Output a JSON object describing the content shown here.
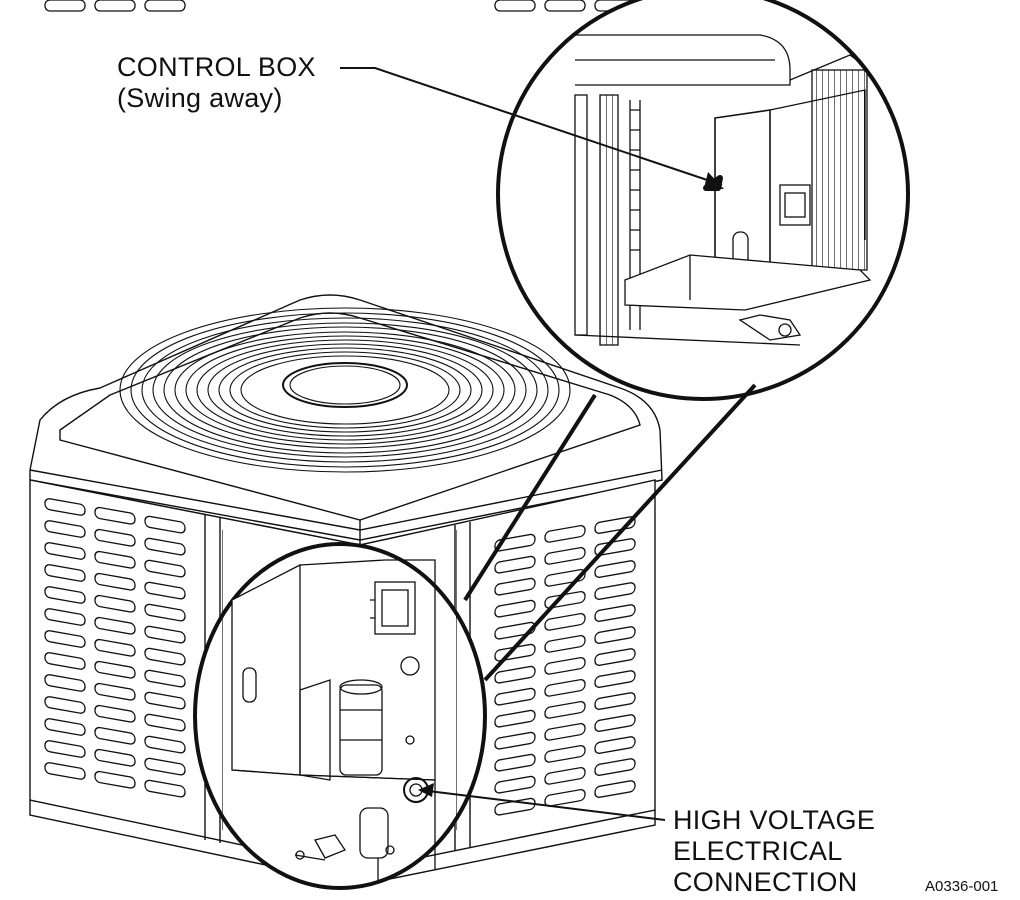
{
  "labels": {
    "control_box": {
      "line1": "CONTROL BOX",
      "line2": "(Swing away)"
    },
    "high_voltage": {
      "line1": "HIGH VOLTAGE",
      "line2": "ELECTRICAL",
      "line3": "CONNECTION"
    },
    "figure_id": "A0336-001"
  },
  "colors": {
    "ink": "#111111",
    "paper": "#ffffff",
    "grey": "#9a9a9a"
  }
}
